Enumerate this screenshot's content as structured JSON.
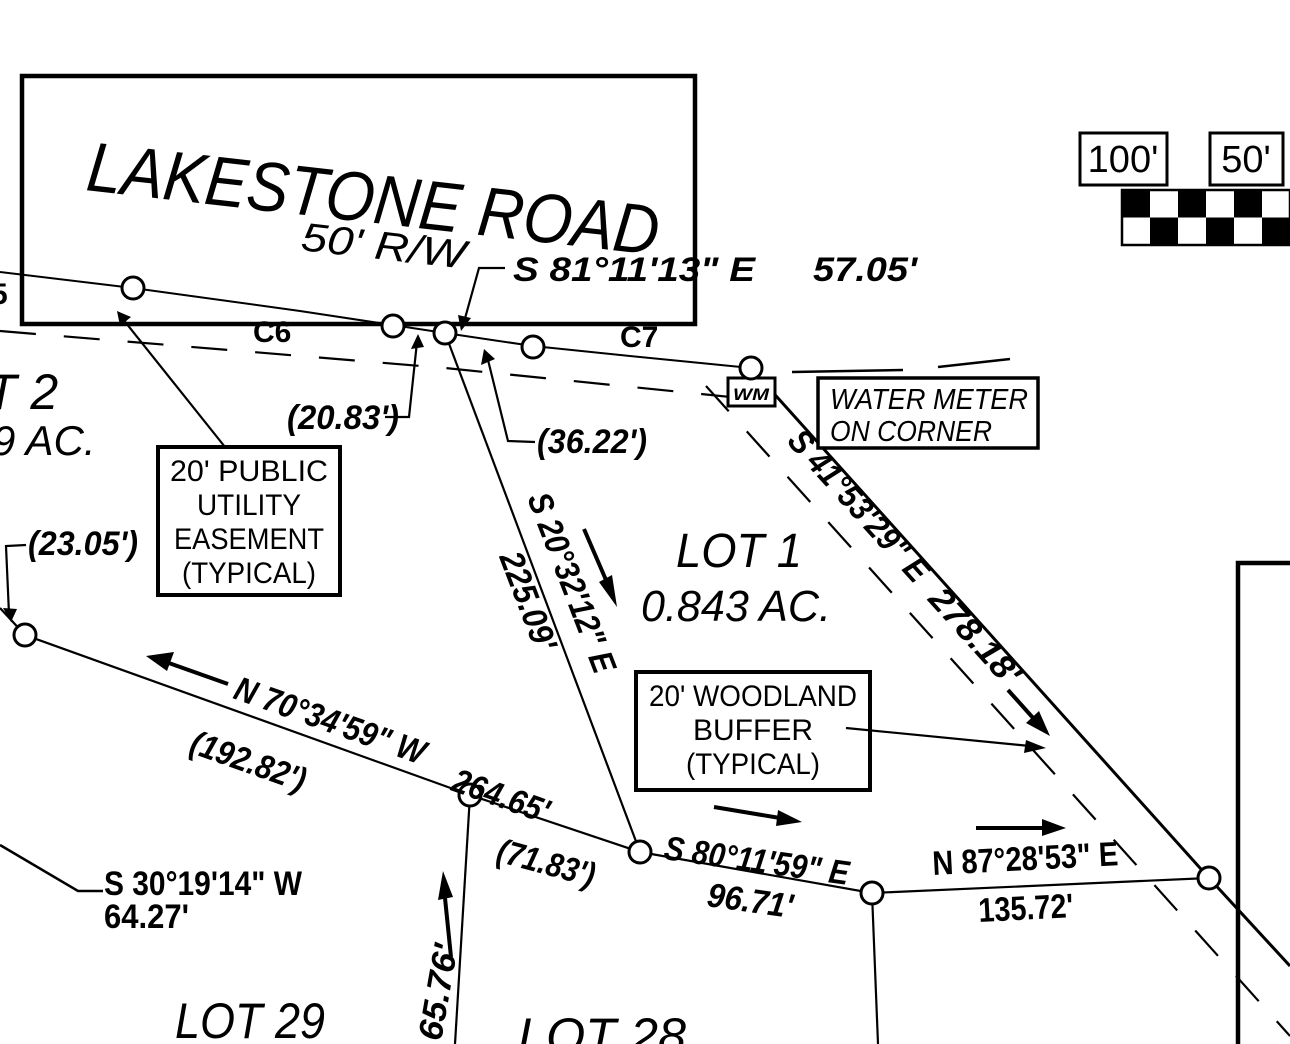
{
  "title_box": {
    "road_name": "LAKESTONE ROAD",
    "right_of_way": "50' R/W"
  },
  "scale_bar": {
    "label_100": "100'",
    "label_50": "50'"
  },
  "curve_labels": {
    "c5_partial": "5",
    "c6": "C6",
    "c7": "C7"
  },
  "lots": {
    "lot1_name": "LOT 1",
    "lot1_area": "0.843 AC.",
    "lot2_name_partial": "T 2",
    "lot2_area_partial": "9 AC.",
    "lot28_name": "LOT 28",
    "lot29_name": "LOT 29"
  },
  "bearings": {
    "s81": {
      "bearing": "S 81°11'13\" E",
      "distance": "57.05'"
    },
    "s20": {
      "bearing": "S 20°32'12\" E",
      "distance": "225.09'"
    },
    "s41": {
      "bearing": "S 41°53'29\" E",
      "distance": "278.18'"
    },
    "n70": {
      "bearing": "N 70°34'59\" W",
      "distance": "(192.82')"
    },
    "s80": {
      "bearing": "S 80°11'59\" E",
      "distance": "96.71'"
    },
    "n87": {
      "bearing": "N 87°28'53\" E",
      "distance": "135.72'"
    },
    "s30": {
      "bearing": "S 30°19'14\" W",
      "distance": "64.27'"
    }
  },
  "dimensions": {
    "d264": "264.65'",
    "d71": "(71.83')",
    "d65": "65.76'",
    "d20": "(20.83')",
    "d36": "(36.22')",
    "d23": "(23.05')"
  },
  "notes": {
    "wm_symbol": "WM",
    "water_meter_line1": "WATER METER",
    "water_meter_line2": "ON CORNER",
    "utility_line1": "20' PUBLIC",
    "utility_line2": "UTILITY",
    "utility_line3": "EASEMENT",
    "utility_line4": "(TYPICAL)",
    "woodland_line1": "20' WOODLAND",
    "woodland_line2": "BUFFER",
    "woodland_line3": "(TYPICAL)"
  },
  "colors": {
    "ink": "#000000",
    "paper": "#ffffff"
  }
}
